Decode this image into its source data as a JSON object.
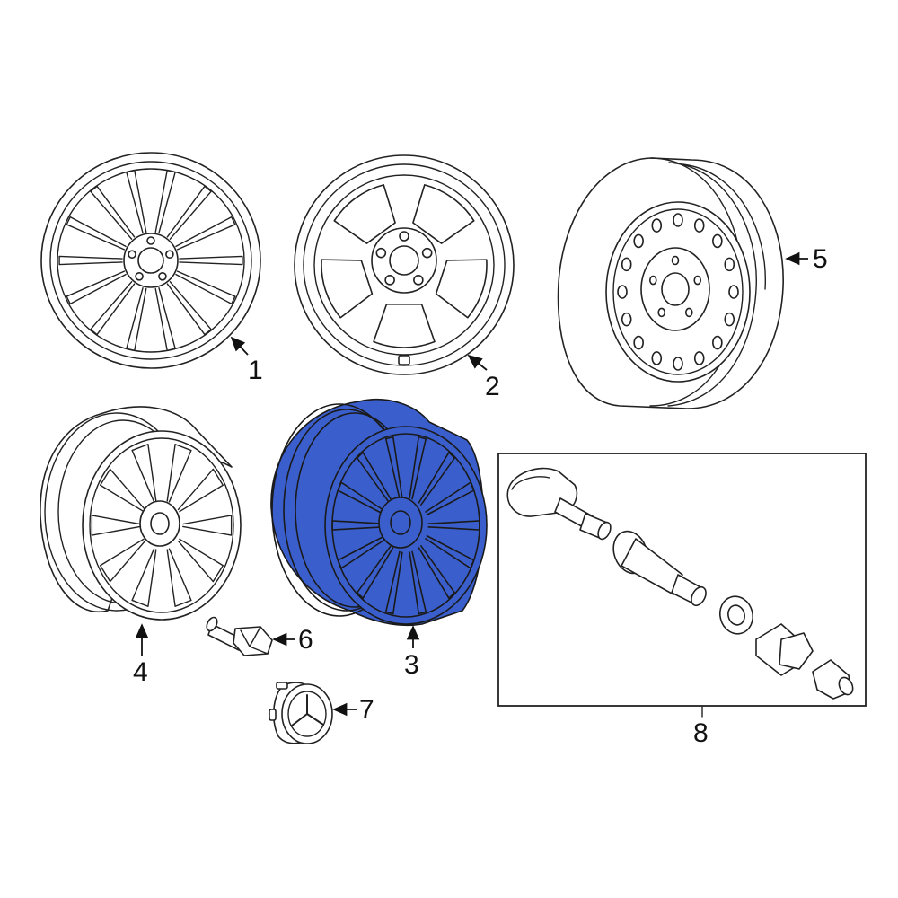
{
  "diagram": {
    "highlight_color": "#3a5fcd",
    "callouts": {
      "wheel_1": "1",
      "wheel_2": "2",
      "wheel_3": "3",
      "wheel_4": "4",
      "spare_5": "5",
      "bolt_6": "6",
      "cap_7": "7",
      "tpms_8": "8"
    }
  }
}
